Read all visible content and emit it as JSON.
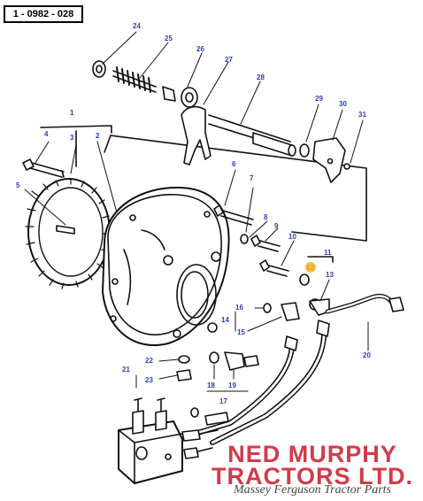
{
  "diagram": {
    "reference_code": "1 - 0982 - 028",
    "callouts": {
      "p1": "1",
      "p2": "2",
      "p3": "3",
      "p4": "4",
      "p5": "5",
      "p6": "6",
      "p7": "7",
      "p8": "8",
      "p9": "9",
      "p10": "10",
      "p11": "11",
      "p12": "12",
      "p13": "13",
      "p14": "14",
      "p15": "15",
      "p16": "16",
      "p17": "17",
      "p18": "18",
      "p19": "19",
      "p20": "20",
      "p21": "21",
      "p22": "22",
      "p23": "23",
      "p24": "24",
      "p25": "25",
      "p26": "26",
      "p27": "27",
      "p28": "28",
      "p29": "29",
      "p30": "30",
      "p31": "31"
    },
    "highlight_color": "#e8a21c",
    "callout_color": "#2a3fb8"
  },
  "watermark": {
    "line1": "NED MURPHY",
    "line2": "TRACTORS LTD.",
    "tagline": "Massey Ferguson Tractor Parts",
    "color": "#d33a4a"
  }
}
